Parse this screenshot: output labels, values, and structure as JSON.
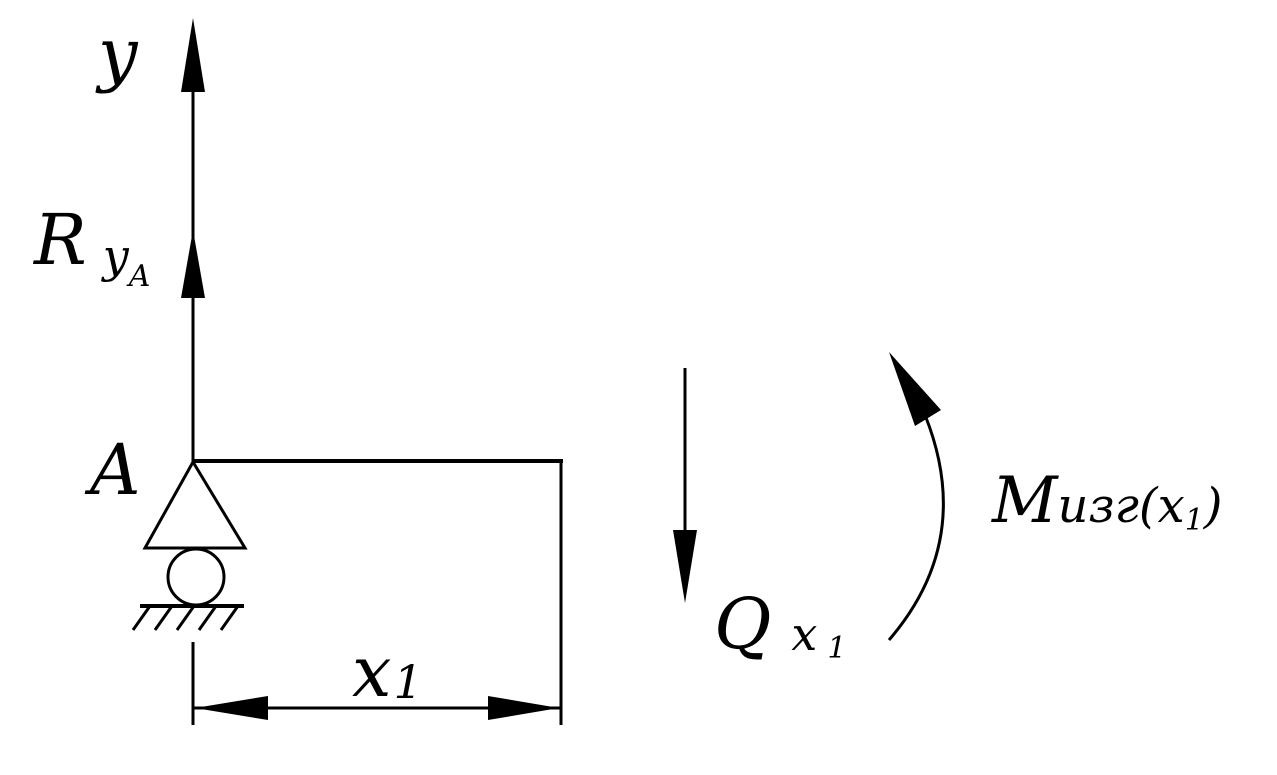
{
  "labels": {
    "y_axis": "y",
    "reaction_main": "R",
    "reaction_sub": "y",
    "reaction_subsub": "A",
    "support_point": "A",
    "shear_main": "Q",
    "shear_sub": "x",
    "shear_subsub": "1",
    "moment_main": "M",
    "moment_sub": "изг(x",
    "moment_subsub": "1",
    "moment_close": ")",
    "dimension_main": "x",
    "dimension_sub": "1"
  },
  "colors": {
    "line": "#000000",
    "background": "#ffffff"
  }
}
